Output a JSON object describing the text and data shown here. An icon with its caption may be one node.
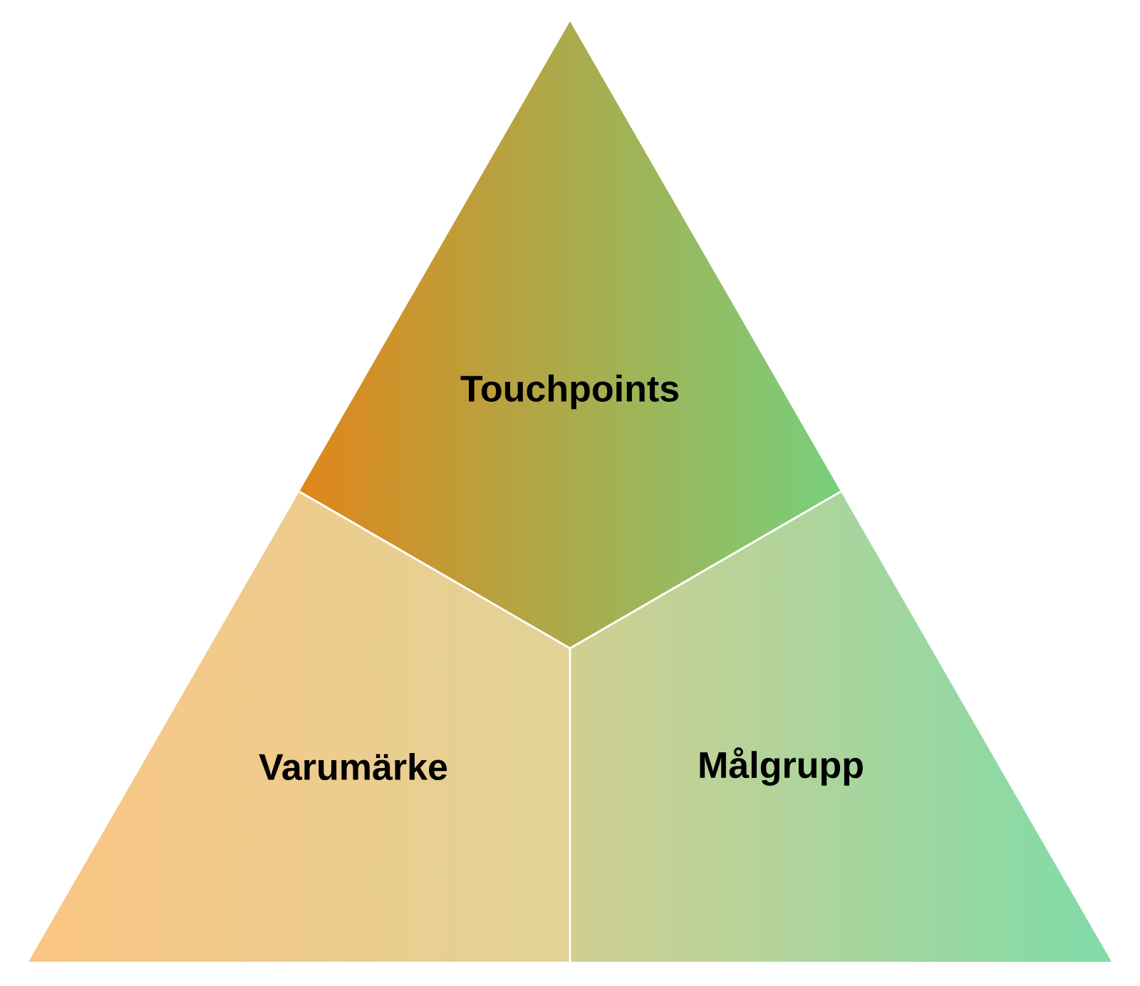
{
  "diagram": {
    "nodes": [
      {
        "text": [
          "Touchpoints"
        ]
      },
      {
        "text": [
          "Varumärke"
        ]
      },
      {
        "text": [
          "Målgrupp"
        ]
      }
    ]
  }
}
